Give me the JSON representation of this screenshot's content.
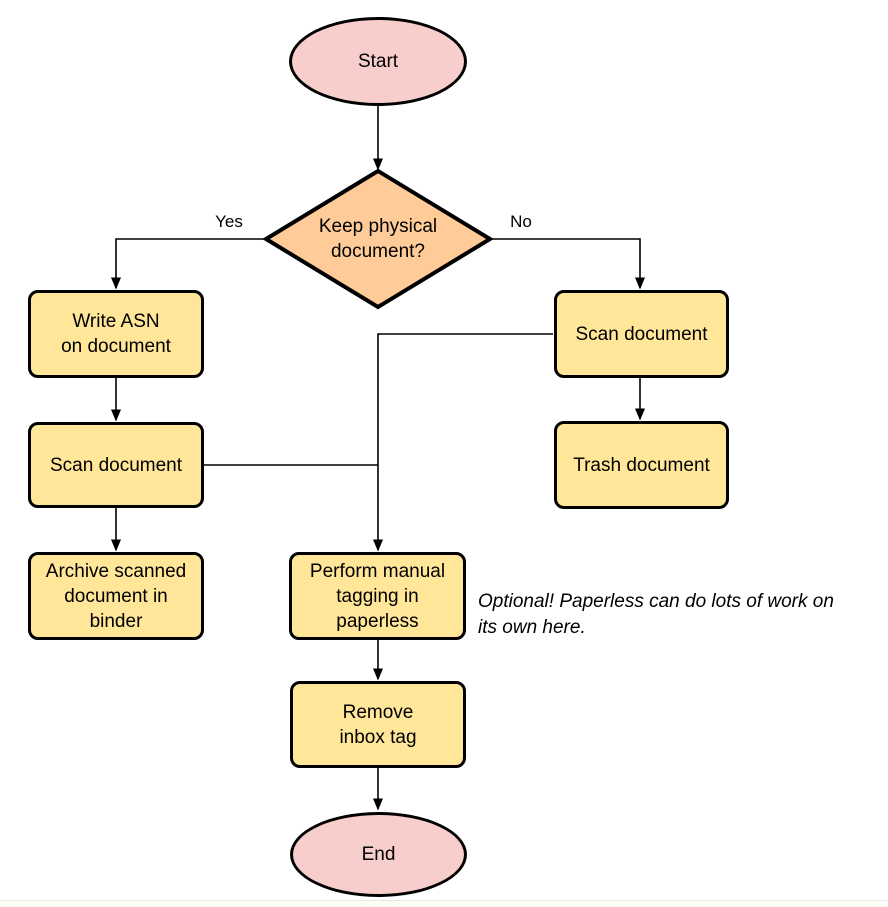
{
  "diagram": {
    "type": "flowchart",
    "background": "#ffffff"
  },
  "colors": {
    "terminal_fill": "#f8cecc",
    "decision_fill": "#ffcc99",
    "process_fill": "#ffe699",
    "stroke": "#000000"
  },
  "nodes": {
    "start": {
      "shape": "ellipse",
      "label": "Start"
    },
    "decision": {
      "shape": "diamond",
      "label": [
        "Keep physical",
        "document?"
      ]
    },
    "write_asn": {
      "shape": "rect",
      "label": [
        "Write ASN",
        "on document"
      ]
    },
    "scan_left": {
      "shape": "rect",
      "label": "Scan document"
    },
    "archive": {
      "shape": "rect",
      "label": [
        "Archive scanned",
        "document in",
        "binder"
      ]
    },
    "scan_right": {
      "shape": "rect",
      "label": "Scan document"
    },
    "trash": {
      "shape": "rect",
      "label": "Trash document"
    },
    "tagging": {
      "shape": "rect",
      "label": [
        "Perform manual",
        "tagging in",
        "paperless"
      ]
    },
    "remove_inbox": {
      "shape": "rect",
      "label": [
        "Remove",
        "inbox tag"
      ]
    },
    "end": {
      "shape": "ellipse",
      "label": "End"
    }
  },
  "edge_labels": {
    "yes": "Yes",
    "no": "No"
  },
  "note": {
    "text": [
      "Optional! Paperless can do lots of work on",
      "its own here."
    ]
  }
}
